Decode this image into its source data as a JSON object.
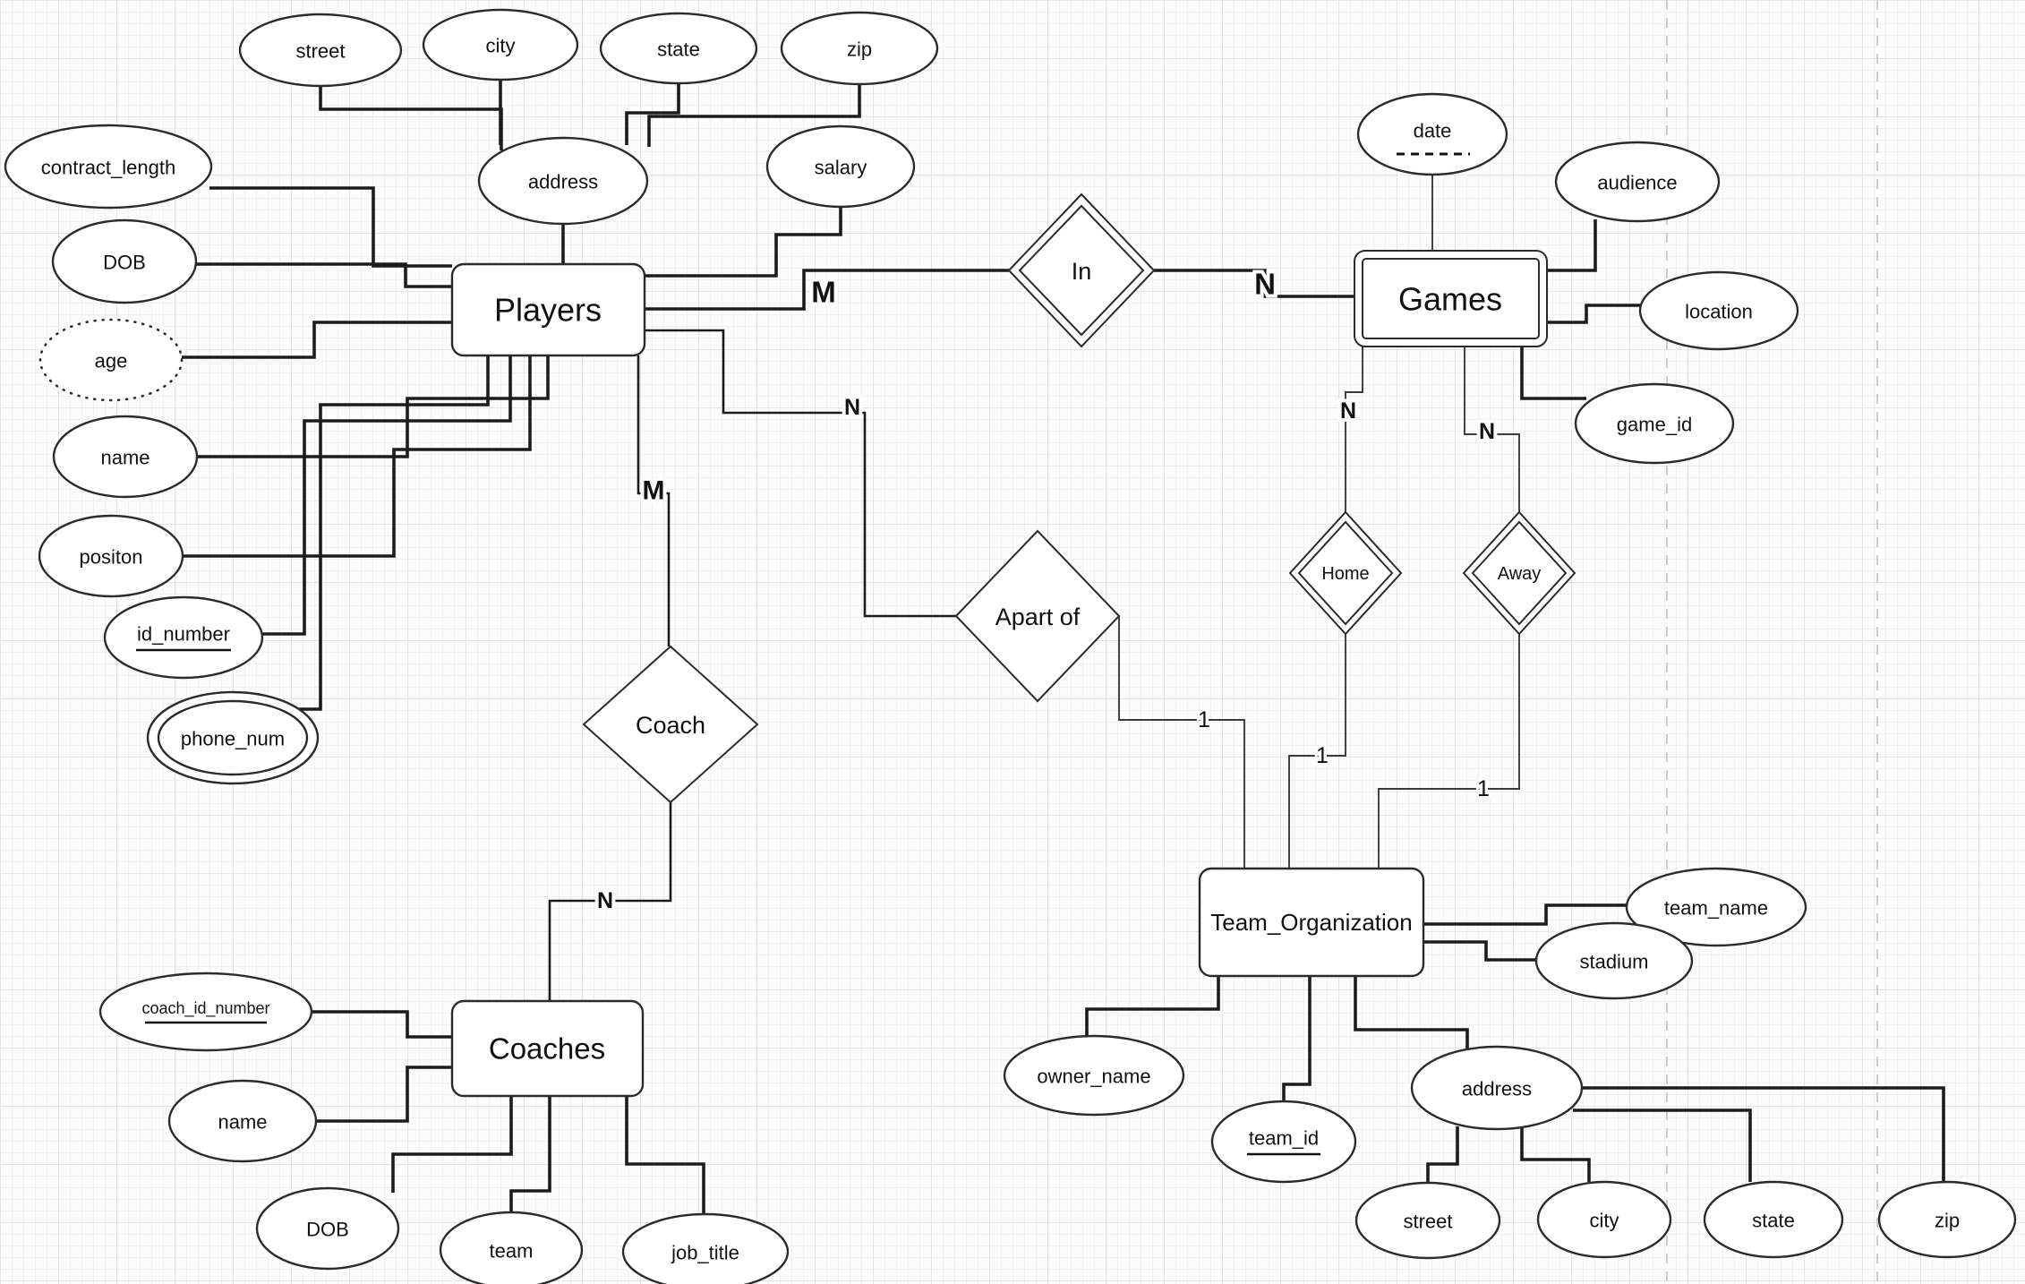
{
  "diagram_type": "entity-relationship-diagram",
  "entities": {
    "players": {
      "label": "Players",
      "kind": "entity"
    },
    "games": {
      "label": "Games",
      "kind": "weak-entity"
    },
    "coaches": {
      "label": "Coaches",
      "kind": "entity"
    },
    "team_organization": {
      "label": "Team_Organization",
      "kind": "entity"
    }
  },
  "relationships": {
    "in": {
      "label": "In",
      "kind": "identifying"
    },
    "home": {
      "label": "Home",
      "kind": "identifying"
    },
    "away": {
      "label": "Away",
      "kind": "identifying"
    },
    "coach": {
      "label": "Coach",
      "kind": "regular"
    },
    "apart_of": {
      "label": "Apart of",
      "kind": "regular"
    }
  },
  "attributes": {
    "players": {
      "street": {
        "label": "street",
        "kind": "simple"
      },
      "city": {
        "label": "city",
        "kind": "simple"
      },
      "state": {
        "label": "state",
        "kind": "simple"
      },
      "zip": {
        "label": "zip",
        "kind": "simple"
      },
      "address": {
        "label": "address",
        "kind": "composite"
      },
      "salary": {
        "label": "salary",
        "kind": "simple"
      },
      "contract_length": {
        "label": "contract_length",
        "kind": "simple"
      },
      "dob": {
        "label": "DOB",
        "kind": "simple"
      },
      "age": {
        "label": "age",
        "kind": "derived"
      },
      "name": {
        "label": "name",
        "kind": "simple"
      },
      "positon": {
        "label": "positon",
        "kind": "simple"
      },
      "id_number": {
        "label": "id_number",
        "kind": "key"
      },
      "phone_num": {
        "label": "phone_num",
        "kind": "multivalued"
      }
    },
    "games": {
      "date": {
        "label": "date",
        "kind": "partial-key"
      },
      "audience": {
        "label": "audience",
        "kind": "simple"
      },
      "location": {
        "label": "location",
        "kind": "simple"
      },
      "game_id": {
        "label": "game_id",
        "kind": "simple"
      }
    },
    "coaches": {
      "coach_id_number": {
        "label": "coach_id_number",
        "kind": "key"
      },
      "name": {
        "label": "name",
        "kind": "simple"
      },
      "dob": {
        "label": "DOB",
        "kind": "simple"
      },
      "team": {
        "label": "team",
        "kind": "simple"
      },
      "job_title": {
        "label": "job_title",
        "kind": "simple"
      }
    },
    "team_organization": {
      "team_name": {
        "label": "team_name",
        "kind": "simple"
      },
      "stadium": {
        "label": "stadium",
        "kind": "simple"
      },
      "owner_name": {
        "label": "owner_name",
        "kind": "simple"
      },
      "team_id": {
        "label": "team_id",
        "kind": "key"
      },
      "address": {
        "label": "address",
        "kind": "composite"
      },
      "street": {
        "label": "street",
        "kind": "simple"
      },
      "city": {
        "label": "city",
        "kind": "simple"
      },
      "state": {
        "label": "state",
        "kind": "simple"
      },
      "zip": {
        "label": "zip",
        "kind": "simple"
      }
    }
  },
  "cardinalities": {
    "players_in": "M",
    "in_games": "N",
    "games_home": "N",
    "games_away": "N",
    "players_apart_of": "N",
    "apart_of_team_organization": "1",
    "home_team_organization": "1",
    "away_team_organization": "1",
    "players_coach": "M",
    "coach_coaches": "N"
  },
  "colors": {
    "shape_fill": "#ffffff",
    "shape_stroke": "#2b2b2b",
    "connector": "#1c1c1c",
    "grid_minor": "#f1f1f3",
    "grid_major": "#e4e4e7",
    "page_break": "#cccccc",
    "background": "#fcfcfc"
  }
}
